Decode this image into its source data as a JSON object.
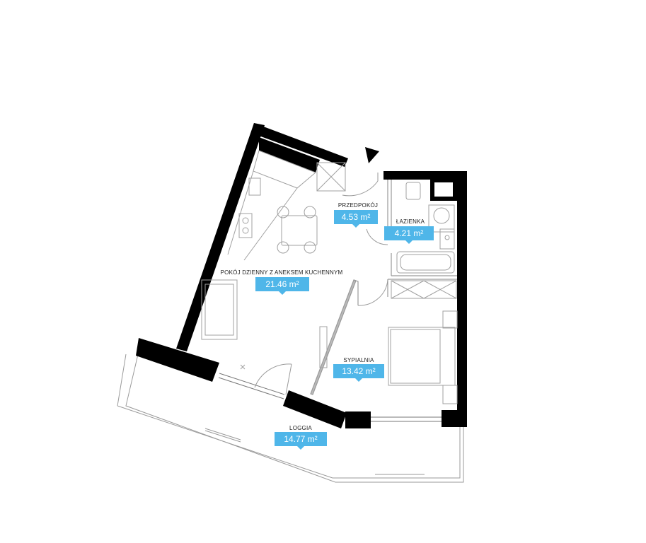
{
  "colors": {
    "wall": "#000000",
    "fixture_line": "#9a9a9a",
    "badge": "#4fb6e9",
    "badge_text": "#ffffff"
  },
  "rooms": {
    "hall": {
      "label": "PRZEDPOKÓJ",
      "area": "4.53 m²"
    },
    "bathroom": {
      "label": "ŁAZIENKA",
      "area": "4.21 m²"
    },
    "living": {
      "label": "POKÓJ DZIENNY Z ANEKSEM KUCHENNYM",
      "area": "21.46 m²"
    },
    "bedroom": {
      "label": "SYPIALNIA",
      "area": "13.42 m²"
    },
    "loggia": {
      "label": "LOGGIA",
      "area": "14.77 m²"
    }
  },
  "icons": {
    "entrance": "entrance-arrow-icon"
  }
}
